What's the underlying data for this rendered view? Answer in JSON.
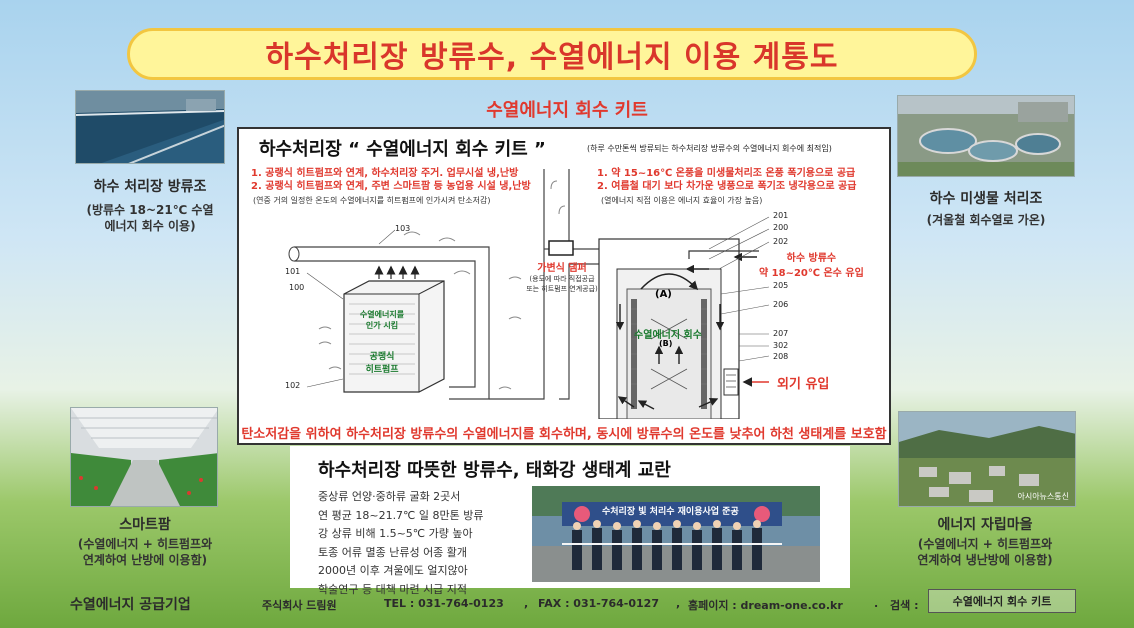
{
  "title": "하수처리장 방류수,  수열에너지 이용 계통도",
  "kit_heading": "수열에너지 회수 키트",
  "left_top": {
    "caption": "하수 처리장 방류조",
    "sub1": "(방류수 18~21℃ 수열",
    "sub2": "에너지 회수 이용)"
  },
  "right_top": {
    "caption": "하수 미생물 처리조",
    "sub1": "(겨울철 회수열로 가온)"
  },
  "left_bottom": {
    "caption": "스마트팜",
    "sub1": "(수열에너지 + 히트펌프와",
    "sub2": "연계하여 난방에 이용함)"
  },
  "right_bottom": {
    "caption": "에너지 자립마을",
    "sub1": "(수열에너지 + 히트펌프와",
    "sub2": "연계하여 냉난방에 이용함)",
    "watermark": "아시아뉴스통신"
  },
  "panel": {
    "title": "하수처리장  “ 수열에너지 회수 키트 ”",
    "note": "(하루 수만톤씩 방류되는 하수처리장 방류수의 수열에너지 회수에 최적임)",
    "left_list": [
      "1. 공랭식 히트펌프와 연계, 하수처리장 주거. 업무시설 냉,난방",
      "2. 공랭식 히트펌프와 연계, 주변 스마트팜 등 농업용 시설 냉,난방"
    ],
    "left_note": "(연중 거의 일정한 온도의 수열에너지를 히트펌프에 인가시켜 탄소저감)",
    "right_list": [
      "1. 약 15~16℃ 온풍을 미생물처리조 온풍 폭기용으로 공급",
      "2. 여름철 대기 보다 차가운 냉풍으로 폭기조 냉각용으로 공급"
    ],
    "right_note": "(열에너지 직접 이용은 에너지 효율이 가장 높음)",
    "nums_left": [
      "103",
      "101",
      "100",
      "102"
    ],
    "nums_right": [
      "201",
      "200",
      "202",
      "205",
      "206",
      "207",
      "302",
      "208"
    ],
    "hp_label1": "수열에너지를",
    "hp_label2": "인가 시킴",
    "hp_name1": "공랭식",
    "hp_name2": "히트펌프",
    "damper": "가변식 댐퍼",
    "damper_note1": "(용도에 따라 직접공급",
    "damper_note2": "또는 히트펌프 연계공급)",
    "inflow1": "하수 방류수",
    "inflow2": "약 18~20℃ 온수 유입",
    "mark_a": "(A)",
    "mark_b": "(B)",
    "recover": "수열에너지 회수",
    "outside_air": "외기 유입",
    "bottom": "탄소저감을 위하여 하수처리장 방류수의 수열에너지를 회수하며, 동시에 방류수의 온도를 낮추어 하천 생태계를 보호함"
  },
  "article": {
    "title": "하수처리장 따뜻한 방류수, 태화강 생태계 교란",
    "lines": [
      "중상류 언양·중하류 굴화 2곳서",
      "연 평균 18~21.7℃ 일 8만톤 방류",
      "강 상류 비해 1.5~5℃ 가량 높아",
      "토종 어류 멸종 난류성 어종 활개",
      "2000년 이후 겨울에도 얼지않아",
      "학술연구 등 대책 마련 시급 지적"
    ],
    "photo_banner": "수처리장 빛 처리수 재이용사업 준공"
  },
  "footer": {
    "company_type": "수열에너지 공급기업",
    "company": "주식회사 드림원",
    "tel": "TEL : 031-764-0123",
    "fax": "FAX : 031-764-0127",
    "web": "홈페이지 : dream-one.co.kr",
    "search_label": "검색 :",
    "search_value": "수열에너지 회수 키트"
  },
  "colors": {
    "title_red": "#d9362b",
    "banner_fill": "#fff59a",
    "green": "#1a7a2e"
  }
}
